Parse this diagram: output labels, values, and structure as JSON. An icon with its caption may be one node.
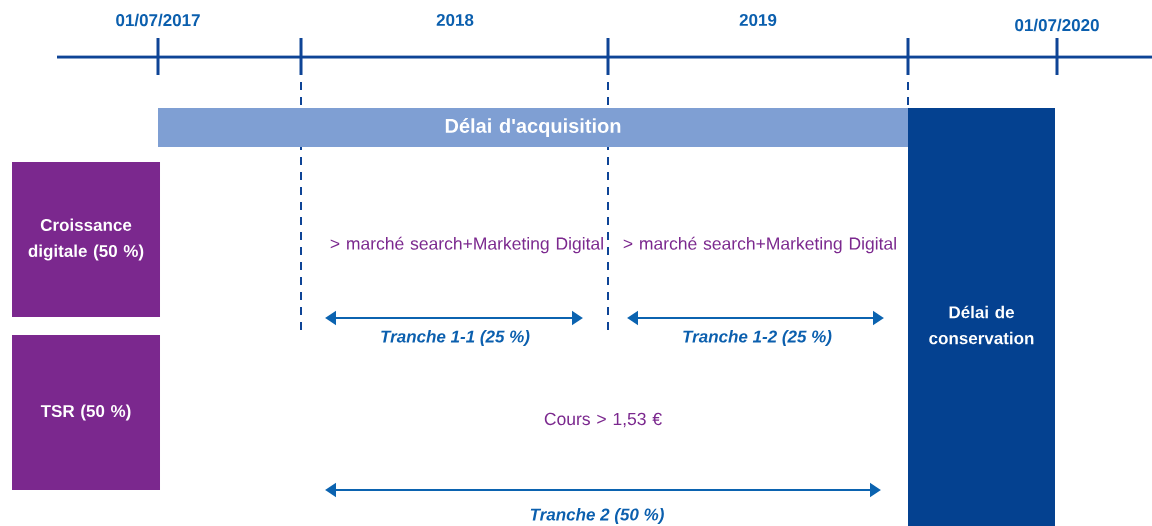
{
  "diagram": {
    "nodes": [
      {
        "text": [
          "Délai d'acquisition"
        ]
      },
      {
        "text": [
          "Délai de conservation"
        ]
      },
      {
        "text": [
          "Croissance digitale (50 %)"
        ]
      },
      {
        "text": [
          "TSR (50 %)"
        ]
      }
    ],
    "labels": [
      "01/07/2017",
      "2018",
      "2019",
      "01/07/2020",
      "> marché search+Marketing Digital",
      "> marché search+Marketing Digital",
      "Tranche 1-1 (25 %)",
      "Tranche 1-2 (25 %)",
      "Cours > 1,53 €",
      "Tranche 2 (50 %)"
    ]
  }
}
